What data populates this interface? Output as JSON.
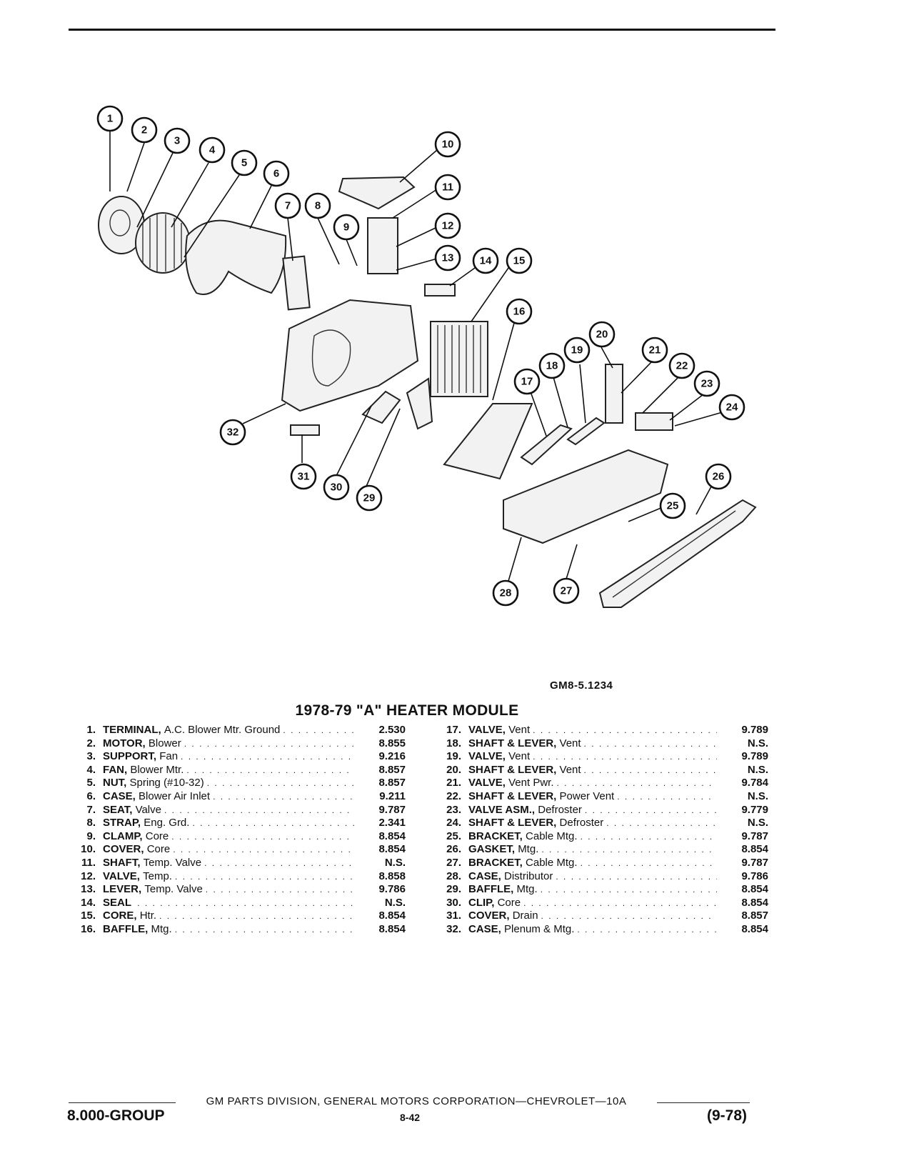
{
  "diagram": {
    "callouts": [
      "1",
      "2",
      "3",
      "4",
      "5",
      "6",
      "7",
      "8",
      "9",
      "10",
      "11",
      "12",
      "13",
      "14",
      "15",
      "16",
      "17",
      "18",
      "19",
      "20",
      "21",
      "22",
      "23",
      "24",
      "25",
      "26",
      "27",
      "28",
      "29",
      "30",
      "31",
      "32"
    ]
  },
  "figure_code": "GM8-5.1234",
  "title": "1978-79 \"A\" HEATER MODULE",
  "parts": [
    {
      "num": "1.",
      "name": "TERMINAL,",
      "desc": "A.C. Blower Mtr. Ground",
      "value": "2.530"
    },
    {
      "num": "2.",
      "name": "MOTOR,",
      "desc": "Blower",
      "value": "8.855"
    },
    {
      "num": "3.",
      "name": "SUPPORT,",
      "desc": "Fan",
      "value": "9.216"
    },
    {
      "num": "4.",
      "name": "FAN,",
      "desc": "Blower Mtr.",
      "value": "8.857"
    },
    {
      "num": "5.",
      "name": "NUT,",
      "desc": "Spring (#10-32)",
      "value": "8.857"
    },
    {
      "num": "6.",
      "name": "CASE,",
      "desc": "Blower Air Inlet",
      "value": "9.211"
    },
    {
      "num": "7.",
      "name": "SEAT,",
      "desc": "Valve",
      "value": "9.787"
    },
    {
      "num": "8.",
      "name": "STRAP,",
      "desc": "Eng. Grd.",
      "value": "2.341"
    },
    {
      "num": "9.",
      "name": "CLAMP,",
      "desc": "Core",
      "value": "8.854"
    },
    {
      "num": "10.",
      "name": "COVER,",
      "desc": "Core",
      "value": "8.854"
    },
    {
      "num": "11.",
      "name": "SHAFT,",
      "desc": "Temp. Valve",
      "value": "N.S."
    },
    {
      "num": "12.",
      "name": "VALVE,",
      "desc": "Temp.",
      "value": "8.858"
    },
    {
      "num": "13.",
      "name": "LEVER,",
      "desc": "Temp. Valve",
      "value": "9.786"
    },
    {
      "num": "14.",
      "name": "SEAL",
      "desc": "",
      "value": "N.S."
    },
    {
      "num": "15.",
      "name": "CORE,",
      "desc": "Htr.",
      "value": "8.854"
    },
    {
      "num": "16.",
      "name": "BAFFLE,",
      "desc": "Mtg.",
      "value": "8.854"
    },
    {
      "num": "17.",
      "name": "VALVE,",
      "desc": "Vent",
      "value": "9.789"
    },
    {
      "num": "18.",
      "name": "SHAFT & LEVER,",
      "desc": "Vent",
      "value": "N.S."
    },
    {
      "num": "19.",
      "name": "VALVE,",
      "desc": "Vent",
      "value": "9.789"
    },
    {
      "num": "20.",
      "name": "SHAFT & LEVER,",
      "desc": "Vent",
      "value": "N.S."
    },
    {
      "num": "21.",
      "name": "VALVE,",
      "desc": "Vent Pwr.",
      "value": "9.784"
    },
    {
      "num": "22.",
      "name": "SHAFT & LEVER,",
      "desc": "Power Vent",
      "value": "N.S."
    },
    {
      "num": "23.",
      "name": "VALVE ASM.,",
      "desc": "Defroster",
      "value": "9.779"
    },
    {
      "num": "24.",
      "name": "SHAFT & LEVER,",
      "desc": "Defroster",
      "value": "N.S."
    },
    {
      "num": "25.",
      "name": "BRACKET,",
      "desc": "Cable Mtg.",
      "value": "9.787"
    },
    {
      "num": "26.",
      "name": "GASKET,",
      "desc": "Mtg.",
      "value": "8.854"
    },
    {
      "num": "27.",
      "name": "BRACKET,",
      "desc": "Cable Mtg.",
      "value": "9.787"
    },
    {
      "num": "28.",
      "name": "CASE,",
      "desc": "Distributor",
      "value": "9.786"
    },
    {
      "num": "29.",
      "name": "BAFFLE,",
      "desc": "Mtg.",
      "value": "8.854"
    },
    {
      "num": "30.",
      "name": "CLIP,",
      "desc": "Core",
      "value": "8.854"
    },
    {
      "num": "31.",
      "name": "COVER,",
      "desc": "Drain",
      "value": "8.857"
    },
    {
      "num": "32.",
      "name": "CASE,",
      "desc": "Plenum & Mtg.",
      "value": "8.854"
    }
  ],
  "footer": {
    "corporation": "GM PARTS DIVISION, GENERAL MOTORS CORPORATION—CHEVROLET—10A",
    "group": "8.000-GROUP",
    "page": "8-42",
    "date": "(9-78)"
  }
}
